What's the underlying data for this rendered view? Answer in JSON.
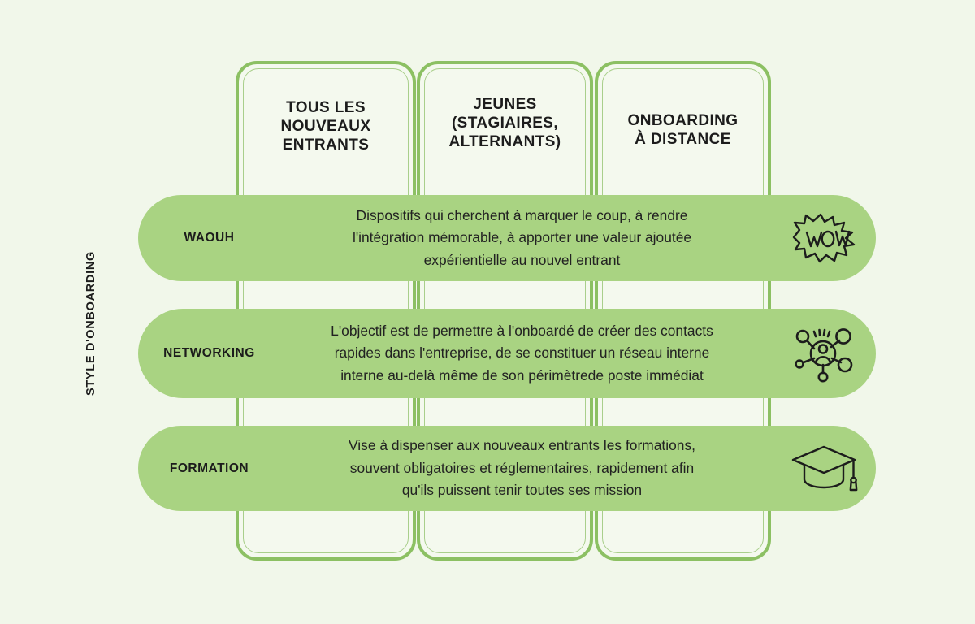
{
  "canvas": {
    "background_color": "#f1f7ea",
    "accent_green": "#a9d382",
    "border_green": "#8cc063",
    "text_color": "#1c1c1c"
  },
  "axis": {
    "vertical_label": "STYLE D'ONBOARDING"
  },
  "columns": [
    {
      "title": "TOUS LES\nNOUVEAUX\nENTRANTS"
    },
    {
      "title": "JEUNES\n(STAGIAIRES,\nALTERNANTS)"
    },
    {
      "title": "ONBOARDING\nÀ DISTANCE"
    }
  ],
  "rows": [
    {
      "label": "WAOUH",
      "description": "Dispositifs qui cherchent à marquer le coup, à rendre\nl'intégration mémorable, à apporter une valeur ajoutée\nexpérientielle au nouvel entrant",
      "icon": "wow-burst-icon"
    },
    {
      "label": "NETWORKING",
      "description": "L'objectif est de permettre à l'onboardé de créer des contacts\nrapides dans l'entreprise, de se constituer un réseau interne\ninterne au-delà même de son périmètrede poste immédiat",
      "icon": "network-person-icon"
    },
    {
      "label": "FORMATION",
      "description": "Vise à dispenser aux nouveaux entrants les formations,\nsouvent obligatoires et réglementaires, rapidement afin\nqu'ils puissent tenir toutes ses mission",
      "icon": "graduation-cap-icon"
    }
  ],
  "chart_data": {
    "type": "table",
    "title": "Style d'onboarding",
    "ylabel": "STYLE D'ONBOARDING",
    "categories": [
      "TOUS LES NOUVEAUX ENTRANTS",
      "JEUNES (STAGIAIRES, ALTERNANTS)",
      "ONBOARDING À DISTANCE"
    ],
    "rows": [
      "WAOUH",
      "NETWORKING",
      "FORMATION"
    ],
    "note": "Each row band spans all three audience columns"
  }
}
